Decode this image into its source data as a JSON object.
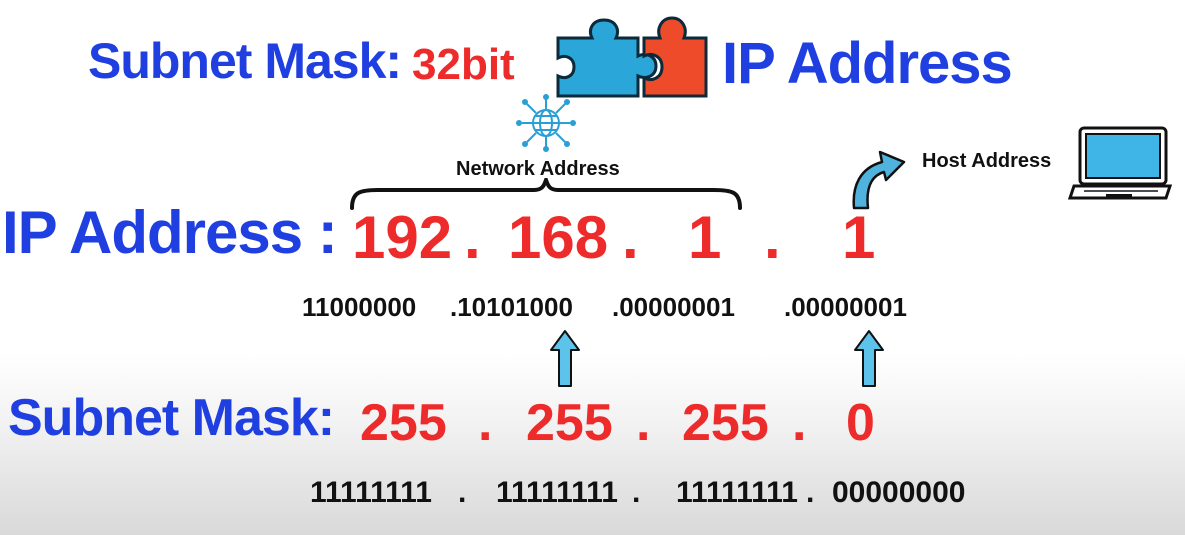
{
  "title": {
    "subnet_mask": "Subnet Mask:",
    "bits": "32bit",
    "ip_address": "IP Address"
  },
  "network_address_label": "Network Address",
  "host_address_label": "Host Address",
  "ip": {
    "label": "IP Address :",
    "octets": [
      "192",
      "168",
      "1",
      "1"
    ],
    "separator": ".",
    "binary": [
      "11000000",
      ".10101000",
      ".00000001",
      ".00000001"
    ]
  },
  "mask": {
    "label": "Subnet Mask:",
    "octets": [
      "255",
      "255",
      "255",
      "0"
    ],
    "separator": ".",
    "binary": [
      "11111111",
      "11111111",
      "11111111",
      "00000000"
    ]
  },
  "colors": {
    "label_blue": "#1f3fe0",
    "value_red": "#ee2b2b",
    "arrow_blue": "#5ec3ea",
    "puzzle_blue": "#2aa6d8",
    "puzzle_red": "#ee4b2b"
  },
  "icons": [
    "puzzle-icon",
    "network-globe-icon",
    "laptop-icon",
    "curved-arrow-icon",
    "up-arrow-icon"
  ]
}
